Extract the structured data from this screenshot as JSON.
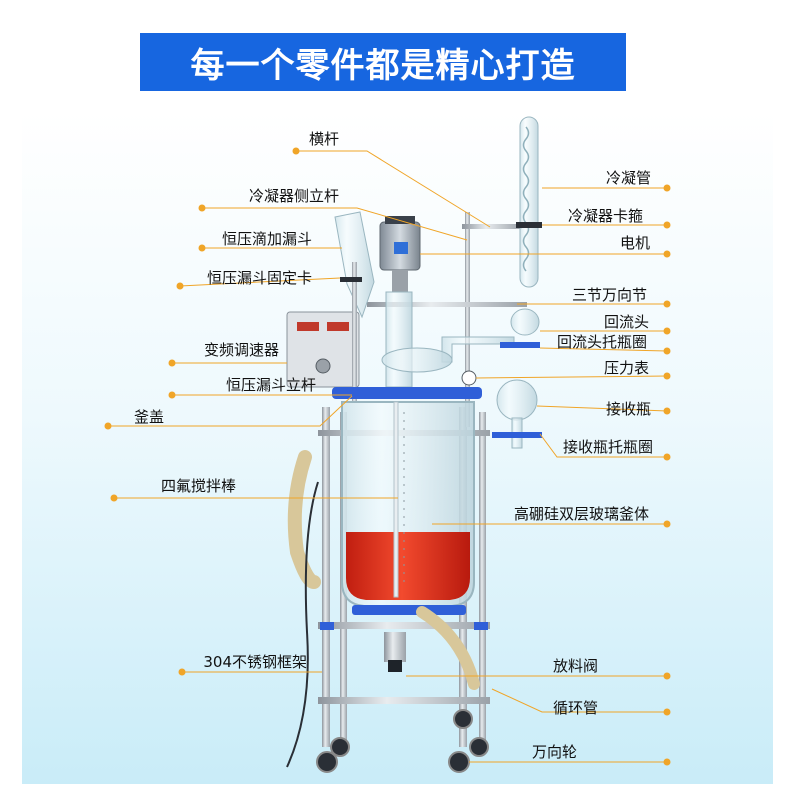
{
  "banner": {
    "title": "每一个零件都是精心打造"
  },
  "colors": {
    "banner_bg": "#1766e0",
    "leader_line": "#f0a528",
    "liquid": "#e6341e",
    "flange_blue": "#2f5fd8",
    "frame_steel": "#b9bfc6"
  },
  "labels": {
    "left": [
      {
        "id": "crossbar",
        "text": "横杆"
      },
      {
        "id": "condenser-side-rod",
        "text": "冷凝器侧立杆"
      },
      {
        "id": "funnel",
        "text": "恒压滴加漏斗"
      },
      {
        "id": "funnel-clamp",
        "text": "恒压漏斗固定卡"
      },
      {
        "id": "vfd-controller",
        "text": "变频调速器"
      },
      {
        "id": "funnel-rod",
        "text": "恒压漏斗立杆"
      },
      {
        "id": "lid",
        "text": "釜盖"
      },
      {
        "id": "stirring-rod",
        "text": "四氟搅拌棒"
      },
      {
        "id": "frame",
        "text": "304不锈钢框架"
      }
    ],
    "right": [
      {
        "id": "condenser",
        "text": "冷凝管"
      },
      {
        "id": "condenser-clamp",
        "text": "冷凝器卡箍"
      },
      {
        "id": "motor",
        "text": "电机"
      },
      {
        "id": "joint",
        "text": "三节万向节"
      },
      {
        "id": "reflux-head",
        "text": "回流头"
      },
      {
        "id": "reflux-ring",
        "text": "回流头托瓶圈"
      },
      {
        "id": "pressure-gauge",
        "text": "压力表"
      },
      {
        "id": "receiving-flask",
        "text": "接收瓶"
      },
      {
        "id": "flask-ring",
        "text": "接收瓶托瓶圈"
      },
      {
        "id": "vessel",
        "text": "高硼硅双层玻璃釜体"
      },
      {
        "id": "discharge-valve",
        "text": "放料阀"
      },
      {
        "id": "circulation-pipe",
        "text": "循环管"
      },
      {
        "id": "caster",
        "text": "万向轮"
      }
    ]
  }
}
